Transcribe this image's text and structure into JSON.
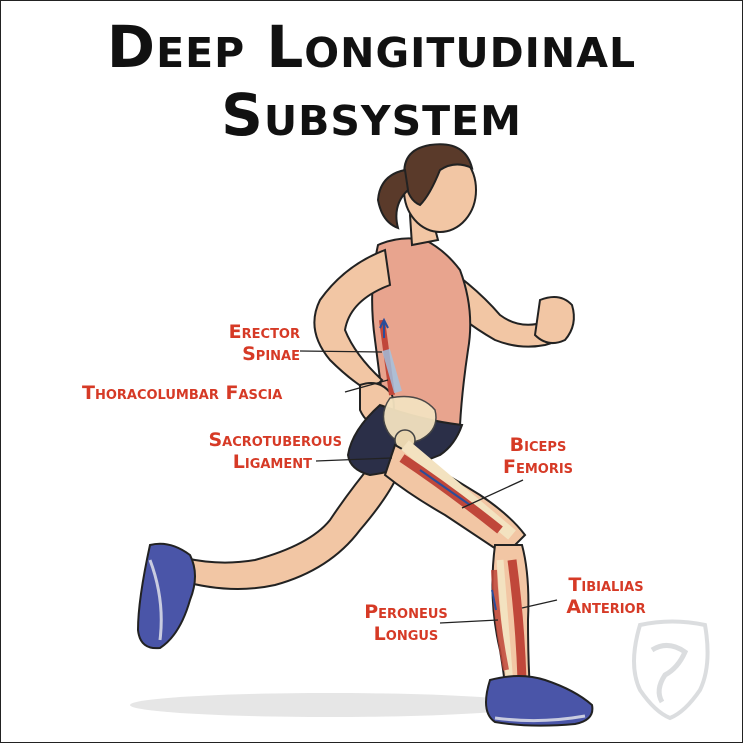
{
  "title": {
    "line1": "Deep Longitudinal",
    "line2": "Subsystem"
  },
  "labels": {
    "erector_spinae": [
      "Erector",
      "Spinae"
    ],
    "thoracolumbar_fascia": "Thoracolumbar Fascia",
    "sacrotuberous_ligament": [
      "Sacrotuberous",
      "Ligament"
    ],
    "biceps_femoris": [
      "Biceps",
      "Femoris"
    ],
    "tibialis_anterior": [
      "Tibialias",
      "Anterior"
    ],
    "peroneus_longus": [
      "Peroneus",
      "Longus"
    ]
  },
  "colors": {
    "label": "#d63a26",
    "skin": "#f2c6a4",
    "tank_top": "#e8a48e",
    "shorts": "#2b2f48",
    "shoes": "#4a55a8",
    "hair": "#5a3a2a",
    "muscle": "#c0473a",
    "bone": "#f3e2c0"
  },
  "icons": {
    "figure": "runner-illustration",
    "watermark": "shield-logo-watermark"
  }
}
